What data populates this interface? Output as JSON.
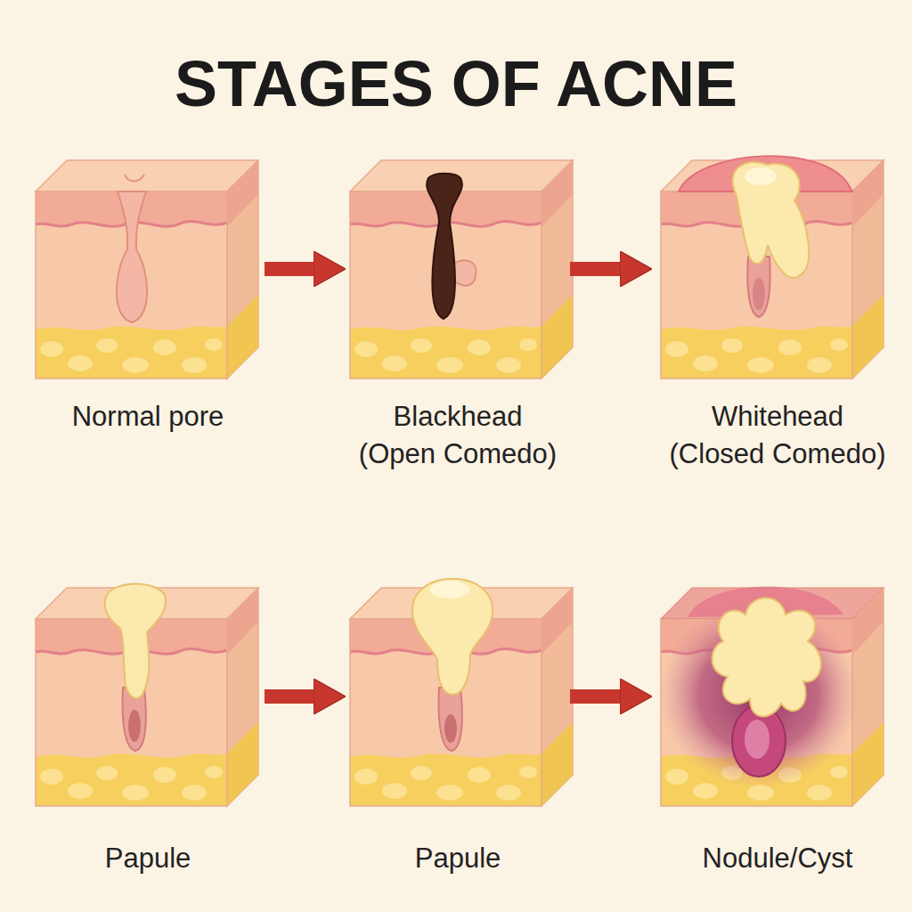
{
  "diagram": {
    "title": "STAGES OF ACNE",
    "nodes": [
      {
        "text": [
          "Normal pore"
        ]
      },
      {
        "text": [
          "Blackhead (Open Comedo)"
        ]
      },
      {
        "text": [
          "Whitehead (Closed Comedo)"
        ]
      },
      {
        "text": [
          "Papule"
        ]
      },
      {
        "text": [
          "Papule"
        ]
      },
      {
        "text": [
          "Nodule/Cyst"
        ]
      }
    ],
    "edges": [
      {
        "from": 0,
        "to": 1,
        "arrow": "to"
      },
      {
        "from": 1,
        "to": 2,
        "arrow": "to"
      },
      {
        "from": 3,
        "to": 4,
        "arrow": "to"
      },
      {
        "from": 4,
        "to": 5,
        "arrow": "to"
      }
    ]
  }
}
